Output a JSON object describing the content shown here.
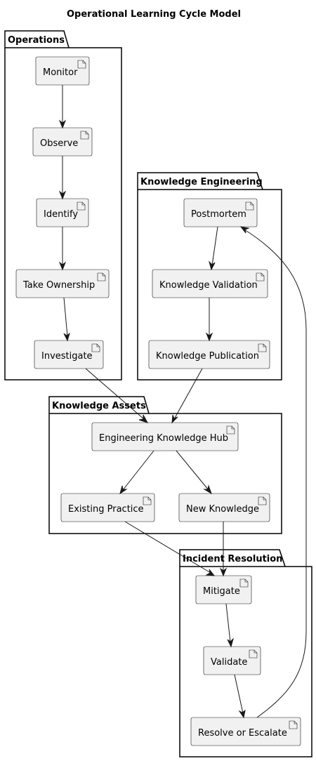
{
  "title": "Operational Learning Cycle Model",
  "packages": {
    "operations": "Operations",
    "knowledge_engineering": "Knowledge Engineering",
    "knowledge_assets": "Knowledge Assets",
    "incident_resolution": "Incident Resolution"
  },
  "nodes": {
    "monitor": "Monitor",
    "observe": "Observe",
    "identify": "Identify",
    "take_ownership": "Take Ownership",
    "investigate": "Investigate",
    "postmortem": "Postmortem",
    "knowledge_validation": "Knowledge Validation",
    "knowledge_publication": "Knowledge Publication",
    "engineering_knowledge_hub": "Engineering Knowledge Hub",
    "existing_practice": "Existing Practice",
    "new_knowledge": "New Knowledge",
    "mitigate": "Mitigate",
    "validate": "Validate",
    "resolve_or_escalate": "Resolve or Escalate"
  },
  "edges": [
    {
      "from": "monitor",
      "to": "observe"
    },
    {
      "from": "observe",
      "to": "identify"
    },
    {
      "from": "identify",
      "to": "take_ownership"
    },
    {
      "from": "take_ownership",
      "to": "investigate"
    },
    {
      "from": "investigate",
      "to": "engineering_knowledge_hub"
    },
    {
      "from": "postmortem",
      "to": "knowledge_validation"
    },
    {
      "from": "knowledge_validation",
      "to": "knowledge_publication"
    },
    {
      "from": "knowledge_publication",
      "to": "engineering_knowledge_hub"
    },
    {
      "from": "engineering_knowledge_hub",
      "to": "existing_practice"
    },
    {
      "from": "engineering_knowledge_hub",
      "to": "new_knowledge"
    },
    {
      "from": "existing_practice",
      "to": "mitigate"
    },
    {
      "from": "new_knowledge",
      "to": "mitigate"
    },
    {
      "from": "mitigate",
      "to": "validate"
    },
    {
      "from": "validate",
      "to": "resolve_or_escalate"
    },
    {
      "from": "resolve_or_escalate",
      "to": "postmortem"
    }
  ]
}
